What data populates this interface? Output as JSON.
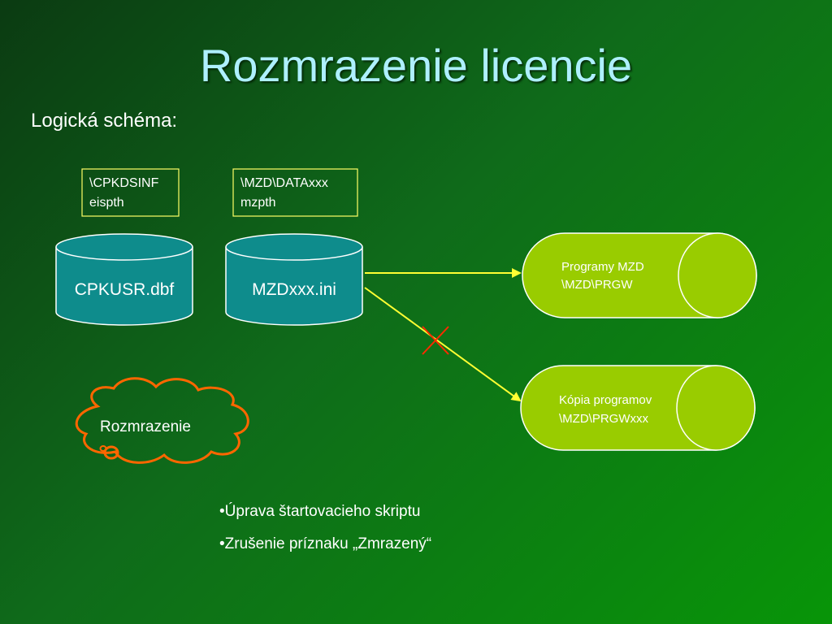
{
  "title": "Rozmrazenie licencie",
  "subtitle": "Logická schéma:",
  "paths": {
    "left": {
      "line1": "\\CPKDSINF",
      "line2": "eispth"
    },
    "right": {
      "line1": "\\MZD\\DATAxxx",
      "line2": "mzpth"
    }
  },
  "databases": {
    "cpkusr": "CPKUSR.dbf",
    "mzd": "MZDxxx.ini"
  },
  "targets": {
    "programs": {
      "line1": "Programy MZD",
      "line2": "\\MZD\\PRGW"
    },
    "copy": {
      "line1": "Kópia programov",
      "line2": "\\MZD\\PRGWxxx"
    }
  },
  "cloud_label": "Rozmrazenie",
  "bullets": [
    "•Úprava štartovacieho skriptu",
    "•Zrušenie príznaku „Zmrazený“"
  ],
  "colors": {
    "cylinder": "#0e8c8c",
    "target": "#99cc00",
    "arrow": "#ffff33",
    "cross": "#ff2a00",
    "cloud": "#ff6600",
    "title": "#aef0ff"
  }
}
